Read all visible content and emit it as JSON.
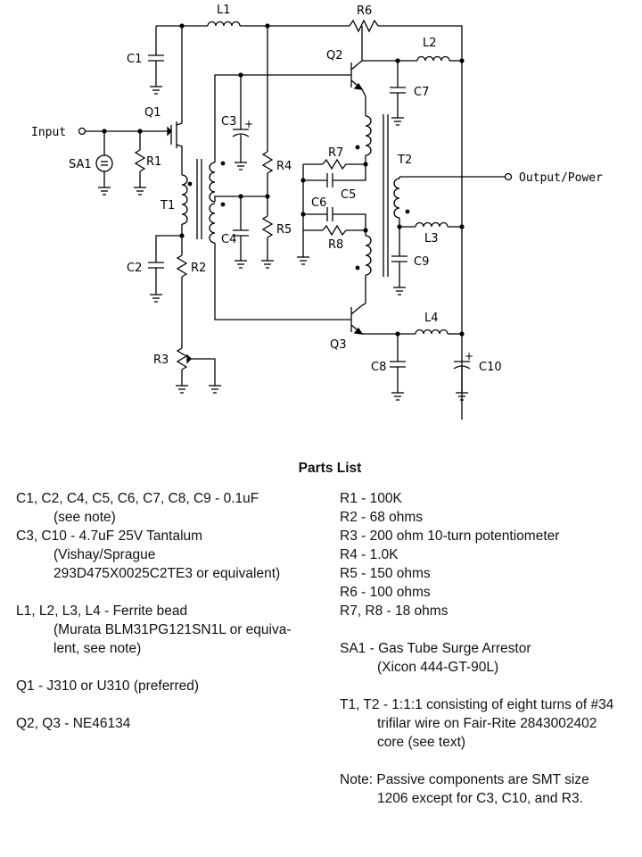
{
  "schematic": {
    "labels": {
      "L1": "L1",
      "R6": "R6",
      "C1": "C1",
      "Q2": "Q2",
      "L2": "L2",
      "Q1": "Q1",
      "C3": "C3",
      "C7": "C7",
      "input": "Input",
      "R7": "R7",
      "T2": "T2",
      "SA1": "SA1",
      "R1": "R1",
      "R4": "R4",
      "output": "Output/Power",
      "C5": "C5",
      "T1": "T1",
      "C6": "C6",
      "R5": "R5",
      "C4": "C4",
      "L3": "L3",
      "R8": "R8",
      "C2": "C2",
      "R2": "R2",
      "C9": "C9",
      "L4": "L4",
      "Q3": "Q3",
      "R3": "R3",
      "C8": "C8",
      "C10": "C10",
      "plus_c3": "+",
      "plus_c10": "+"
    }
  },
  "parts_list": {
    "title": "Parts List",
    "left": [
      {
        "main": "C1, C2, C4, C5, C6, C7, C8, C9 - 0.1uF",
        "sub": [
          "(see note)"
        ]
      },
      {
        "main": "C3, C10 - 4.7uF 25V Tantalum",
        "sub": [
          "(Vishay/Sprague",
          "293D475X0025C2TE3 or equivalent)"
        ]
      },
      {
        "main": "L1, L2, L3, L4 - Ferrite bead",
        "sub": [
          "(Murata BLM31PG121SN1L or equiva-",
          "lent, see note)"
        ]
      },
      {
        "main": "Q1 - J310 or U310 (preferred)",
        "sub": []
      },
      {
        "main": "Q2, Q3 - NE46134",
        "sub": []
      }
    ],
    "right_block1": [
      "R1 - 100K",
      "R2 - 68 ohms",
      "R3 - 200 ohm 10-turn potentiometer",
      "R4 - 1.0K",
      "R5 - 150 ohms",
      "R6 - 100 ohms",
      "R7, R8 - 18 ohms"
    ],
    "right": [
      {
        "main": "SA1 - Gas Tube Surge Arrestor",
        "sub": [
          "(Xicon 444-GT-90L)"
        ]
      },
      {
        "main": "T1, T2 - 1:1:1 consisting of eight turns of #34",
        "sub": [
          "trifilar wire on Fair-Rite 2843002402",
          "core (see text)"
        ]
      },
      {
        "main": "Note: Passive components are SMT size",
        "sub": [
          "1206 except for C3, C10, and R3."
        ]
      }
    ]
  }
}
